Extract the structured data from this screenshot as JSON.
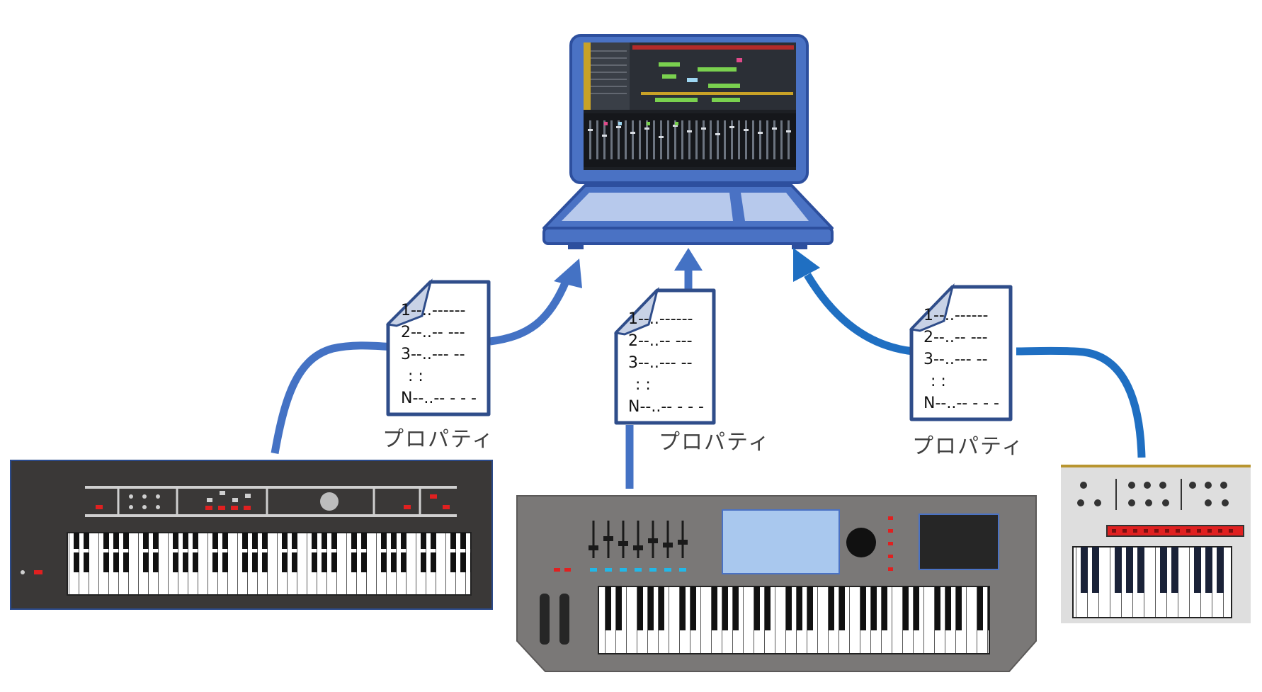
{
  "colors": {
    "laptop_blue": "#4a72c4",
    "laptop_dark": "#2d4f9e",
    "arrow_left": "#4472c4",
    "arrow_right": "#1f6fc2",
    "doc_border": "#2f4d8a",
    "key_red": "#e02020",
    "key_cyan": "#21b8e8"
  },
  "documents": [
    {
      "lines": [
        "1--..------",
        "2--..-- ---",
        "3--..--- --",
        ":       :",
        "N--..-- - - -"
      ],
      "label": "プロパティ"
    },
    {
      "lines": [
        "1--..------",
        "2--..-- ---",
        "3--..--- --",
        ":       :",
        "N--..-- - - -"
      ],
      "label": "プロパティ"
    },
    {
      "lines": [
        "1--..------",
        "2--..-- ---",
        "3--..--- --",
        ":       :",
        "N--..-- - - -"
      ],
      "label": "プロパティ"
    }
  ],
  "icons": {
    "computer": "laptop-daw-icon",
    "left_instrument": "stage-piano-icon",
    "center_instrument": "workstation-synth-icon",
    "right_instrument": "analog-synth-icon",
    "document": "property-document-icon"
  }
}
